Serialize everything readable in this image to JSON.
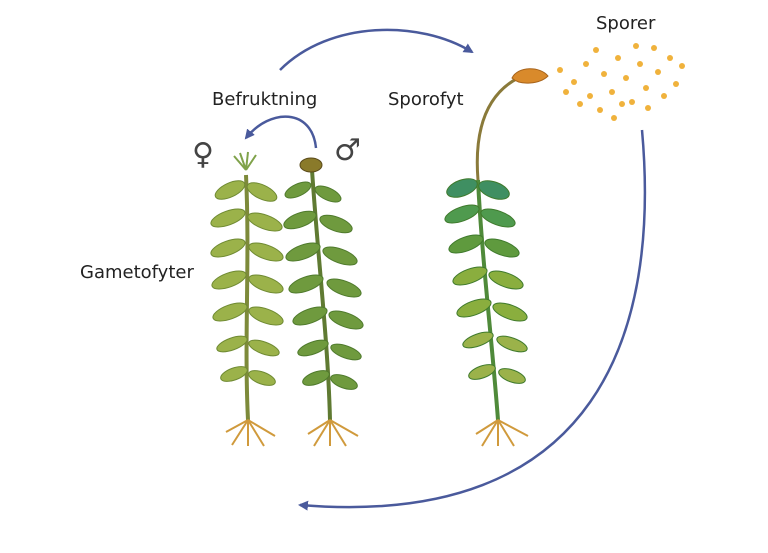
{
  "labels": {
    "fertilization": "Befruktning",
    "sporophyte": "Sporofyt",
    "spores": "Sporer",
    "gametophytes": "Gametofyter"
  },
  "symbols": {
    "female": "♀",
    "male": "♂"
  },
  "colors": {
    "arrow": "#4a5a9c",
    "leaf_light": "#9bb24a",
    "leaf_dark": "#5f8a36",
    "leaf_teal": "#3f8f62",
    "stem": "#8a7a3a",
    "root": "#d09a3c",
    "capsule": "#d98a2b",
    "spore": "#f0b23c"
  }
}
